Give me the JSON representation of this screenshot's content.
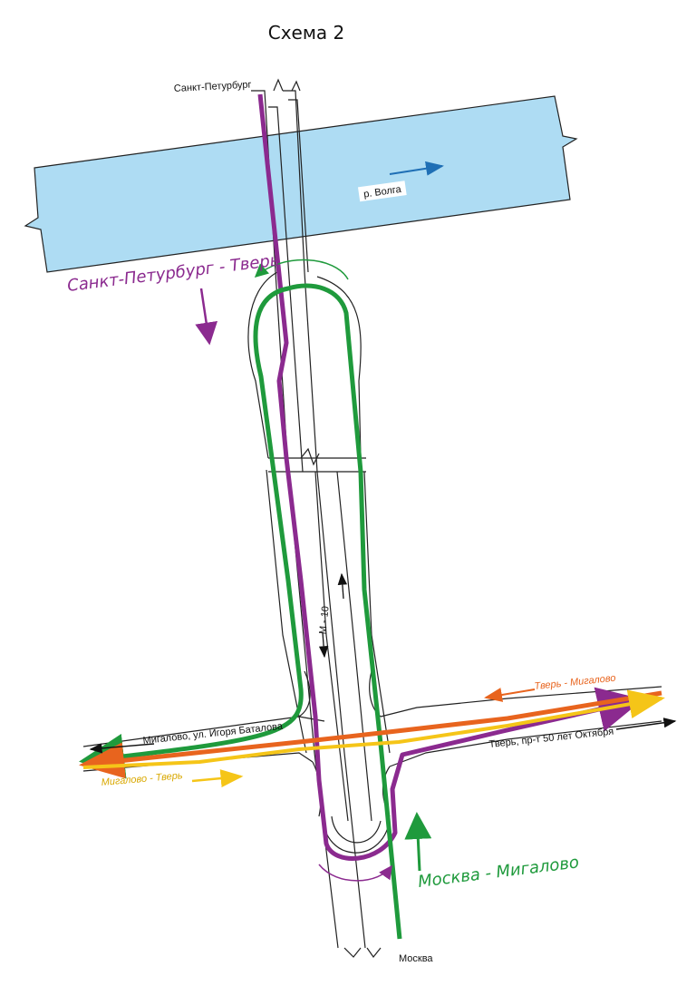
{
  "title": "Схема 2",
  "labels": {
    "spb": "Санкт-Петурбург",
    "volga": "р. Волга",
    "m10": "М - 10",
    "migalovo_street": "Мигалово, ул. Игоря Баталова",
    "tver_prospect": "Тверь, пр-т 50 лет Октября",
    "moskva": "Москва"
  },
  "routes": {
    "spb_tver": {
      "label": "Санкт-Петурбург - Тверь",
      "color": "#8b2a8f"
    },
    "moskva_migalovo": {
      "label": "Москва - Мигалово",
      "color": "#1f9a3c"
    },
    "tver_migalovo": {
      "label": "Тверь - Мигалово",
      "color": "#e8641e"
    },
    "migalovo_tver": {
      "label": "Мигалово - Тверь",
      "color": "#f5c518"
    }
  },
  "colors": {
    "river": "#aedcf3",
    "river_arrow": "#1f6fb5",
    "road_line": "#222222",
    "direction_arrow": "#111111"
  }
}
